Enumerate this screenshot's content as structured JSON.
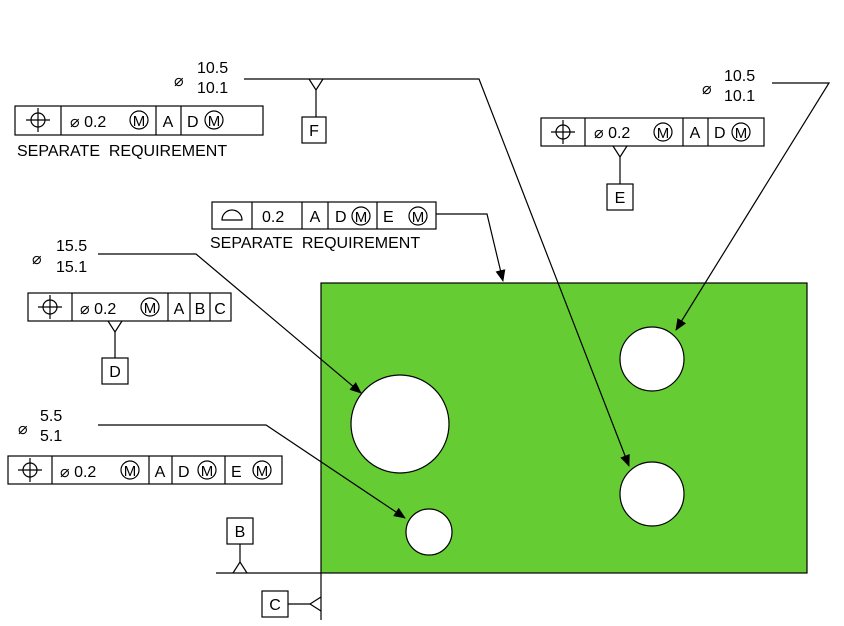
{
  "colors": {
    "part": "#66cc33",
    "line": "#000000",
    "hole": "#ffffff"
  },
  "callouts": {
    "top": {
      "symbol": "⌀",
      "upper": "10.5",
      "lower": "10.1",
      "datum": "F"
    },
    "right": {
      "symbol": "⌀",
      "upper": "10.5",
      "lower": "10.1"
    },
    "left_large": {
      "symbol": "⌀",
      "upper": "15.5",
      "lower": "15.1"
    },
    "left_small": {
      "symbol": "⌀",
      "upper": "5.5",
      "lower": "5.1"
    }
  },
  "fcf": {
    "f1": {
      "tol": "⌀ 0.2",
      "mod": "M",
      "d1": "A",
      "d2": "D",
      "d2mod": "M",
      "note": "SEPARATE  REQUIREMENT"
    },
    "f2": {
      "tol": "⌀ 0.2",
      "mod": "M",
      "d1": "A",
      "d2": "D",
      "d2mod": "M",
      "datum": "E"
    },
    "f3": {
      "tol": "0.2",
      "d1": "A",
      "d2": "D",
      "d2mod": "M",
      "d3": "E",
      "d3mod": "M",
      "note": "SEPARATE  REQUIREMENT"
    },
    "f4": {
      "tol": "⌀ 0.2",
      "mod": "M",
      "d1": "A",
      "d2": "B",
      "d3": "C",
      "datum": "D"
    },
    "f5": {
      "tol": "⌀ 0.2",
      "mod": "M",
      "d1": "A",
      "d2": "D",
      "d2mod": "M",
      "d3": "E",
      "d3mod": "M"
    }
  },
  "datums": {
    "b": "B",
    "c": "C"
  }
}
